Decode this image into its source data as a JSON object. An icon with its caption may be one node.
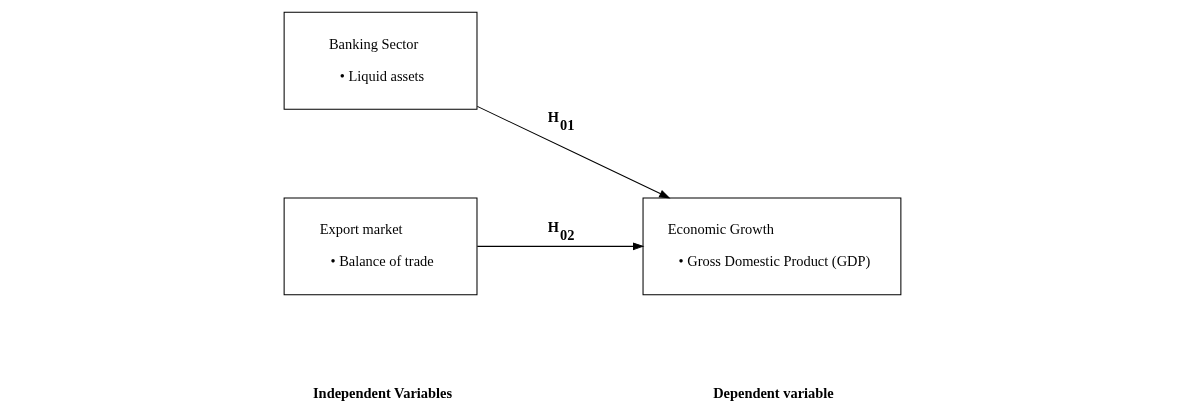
{
  "diagram": {
    "nodes": [
      {
        "text": [
          "Banking Sector",
          "• Liquid assets"
        ]
      },
      {
        "text": [
          "Export market",
          "• Balance of trade"
        ]
      },
      {
        "text": [
          "Economic Growth",
          "• Gross Domestic Product (GDP)"
        ]
      }
    ],
    "edges": [
      {
        "from": 0,
        "to": 2,
        "arrow": "to",
        "label": "H$_{01}$"
      },
      {
        "from": 1,
        "to": 2,
        "arrow": "to",
        "label": "H$_{02}$"
      }
    ],
    "labels": [
      "Independent Variables",
      "Dependent variable"
    ]
  }
}
